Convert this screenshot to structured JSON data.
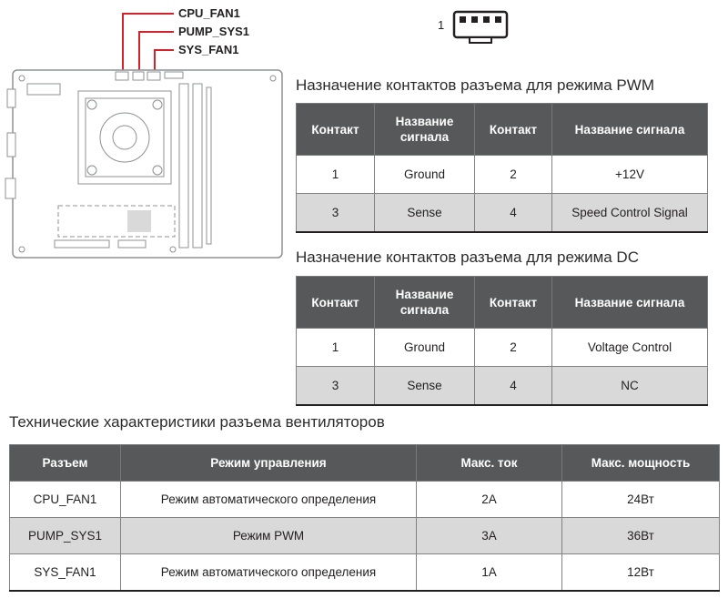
{
  "colors": {
    "header_bg": "#57585a",
    "row_alt": "#d9d9d9",
    "accent_red": "#d2232a"
  },
  "diagram": {
    "labels": [
      "CPU_FAN1",
      "PUMP_SYS1",
      "SYS_FAN1"
    ]
  },
  "connector_icon": {
    "pin_label": "1",
    "icon": "4-pin-fan-header-icon"
  },
  "pwm": {
    "heading": "Назначение контактов разъема для режима PWM",
    "headers": [
      "Контакт",
      "Название сигнала",
      "Контакт",
      "Название сигнала"
    ],
    "rows": [
      [
        "1",
        "Ground",
        "2",
        "+12V"
      ],
      [
        "3",
        "Sense",
        "4",
        "Speed Control Signal"
      ]
    ]
  },
  "dc": {
    "heading": "Назначение контактов разъема для режима DC",
    "headers": [
      "Контакт",
      "Название сигнала",
      "Контакт",
      "Название сигнала"
    ],
    "rows": [
      [
        "1",
        "Ground",
        "2",
        "Voltage Control"
      ],
      [
        "3",
        "Sense",
        "4",
        "NC"
      ]
    ]
  },
  "specs": {
    "heading": "Технические характеристики разъема вентиляторов",
    "headers": [
      "Разъем",
      "Режим управления",
      "Макс. ток",
      "Макс. мощность"
    ],
    "rows": [
      [
        "CPU_FAN1",
        "Режим автоматического определения",
        "2A",
        "24Вт"
      ],
      [
        "PUMP_SYS1",
        "Режим PWM",
        "3A",
        "36Вт"
      ],
      [
        "SYS_FAN1",
        "Режим автоматического определения",
        "1A",
        "12Вт"
      ]
    ]
  }
}
